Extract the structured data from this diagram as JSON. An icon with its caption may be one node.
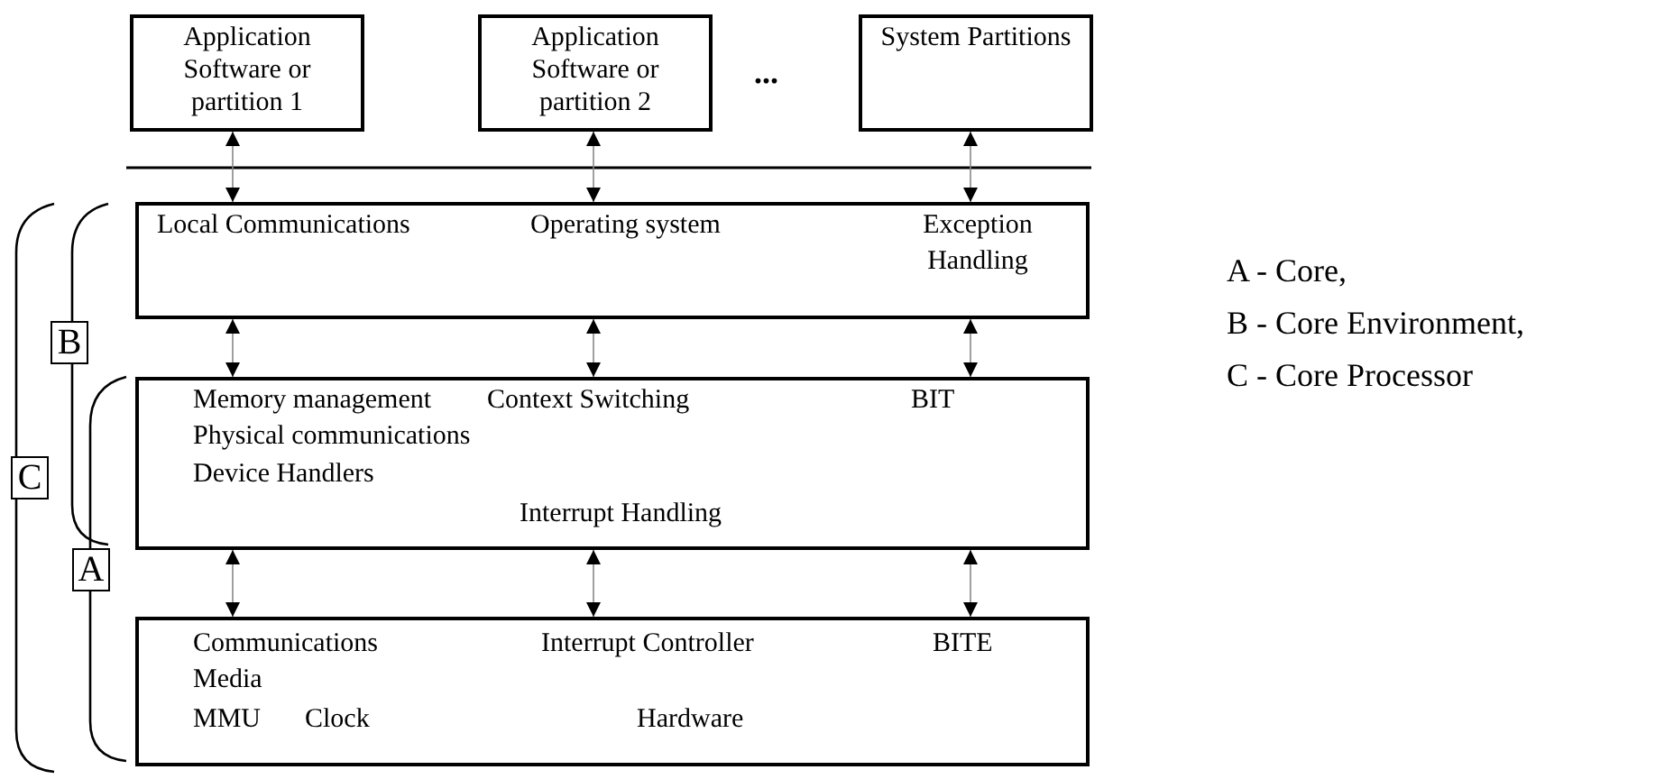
{
  "diagram": {
    "nodes": [
      {
        "text": [
          "Application Software or partition 1"
        ]
      },
      {
        "text": [
          "Application Software or partition 2"
        ]
      },
      {
        "text": [
          "System Partitions"
        ]
      },
      {
        "text": [
          "Local Communications",
          "Operating system",
          "Exception Handling"
        ]
      },
      {
        "text": [
          "Memory management",
          "Context Switching",
          "BIT",
          "Physical communications",
          "Device Handlers",
          "Interrupt Handling"
        ]
      },
      {
        "text": [
          "Communications Media",
          "Interrupt Controller",
          "BITE",
          "MMU",
          "Clock",
          "Hardware"
        ]
      },
      {
        "text": [
          "B"
        ]
      },
      {
        "text": [
          "C"
        ]
      },
      {
        "text": [
          "A"
        ]
      }
    ],
    "edges": [
      {
        "from": 0,
        "to": 3,
        "arrow": "both"
      },
      {
        "from": 1,
        "to": 3,
        "arrow": "both"
      },
      {
        "from": 2,
        "to": 3,
        "arrow": "both"
      },
      {
        "from": 3,
        "to": 4,
        "arrow": "both"
      },
      {
        "from": 3,
        "to": 4,
        "arrow": "both"
      },
      {
        "from": 3,
        "to": 4,
        "arrow": "both"
      },
      {
        "from": 4,
        "to": 5,
        "arrow": "both"
      },
      {
        "from": 4,
        "to": 5,
        "arrow": "both"
      },
      {
        "from": 4,
        "to": 5,
        "arrow": "both"
      }
    ],
    "labels": [
      "...",
      "A - Core,",
      "B - Core Environment,",
      "C - Core Processor"
    ]
  }
}
